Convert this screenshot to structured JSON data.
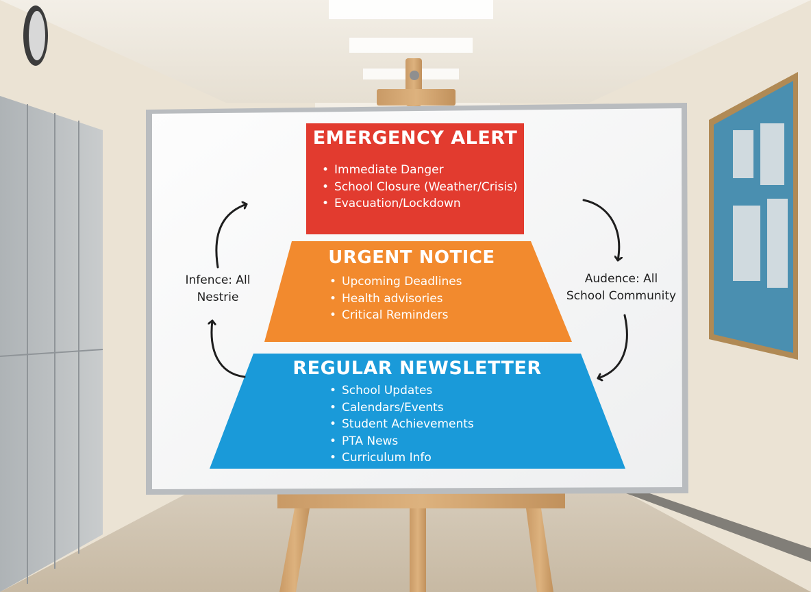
{
  "tiers": {
    "emergency": {
      "title": "EMERGENCY ALERT",
      "color": "#e23b2f",
      "items": [
        "Immediate Danger",
        "School Closure (Weather/Crisis)",
        "Evacuation/Lockdown"
      ]
    },
    "urgent": {
      "title": "URGENT NOTICE",
      "color": "#f28a2e",
      "items": [
        "Upcoming Deadlines",
        "Health advisories",
        "Critical Reminders"
      ]
    },
    "regular": {
      "title": "REGULAR NEWSLETTER",
      "color": "#1a9ad9",
      "items": [
        "School Updates",
        "Calendars/Events",
        "Student Achievements",
        "PTA News",
        "Curriculum Info"
      ]
    }
  },
  "left_label": {
    "line1": "Infence: All",
    "line2": "Nestrie"
  },
  "right_label": {
    "line1": "Audence: All",
    "line2": "School Community"
  }
}
